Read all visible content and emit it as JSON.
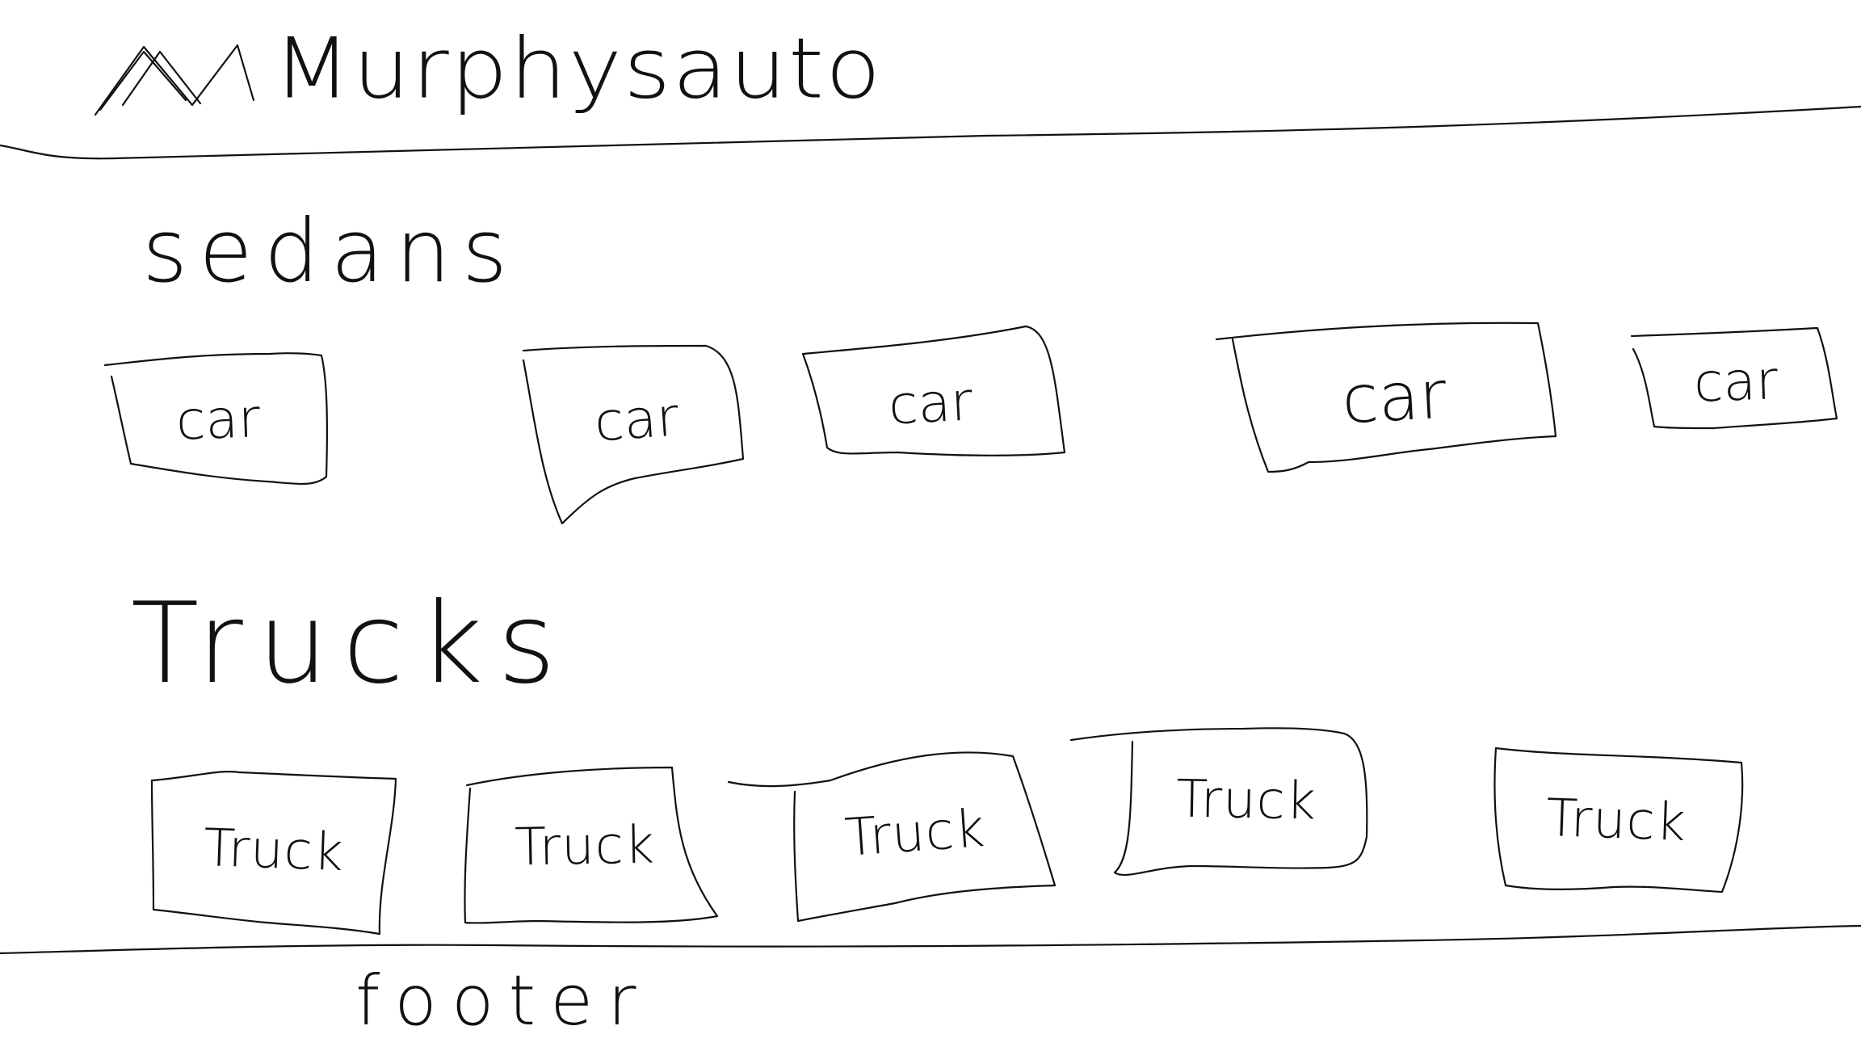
{
  "header": {
    "logo_icon": "mountain-logo-icon",
    "brand_name": "Murphysauto"
  },
  "sections": [
    {
      "title": "sedans",
      "items": [
        "car",
        "car",
        "car",
        "car",
        "car"
      ]
    },
    {
      "title": "Trucks",
      "items": [
        "Truck",
        "Truck",
        "Truck",
        "Truck",
        "Truck"
      ]
    }
  ],
  "footer": {
    "label": "footer"
  }
}
